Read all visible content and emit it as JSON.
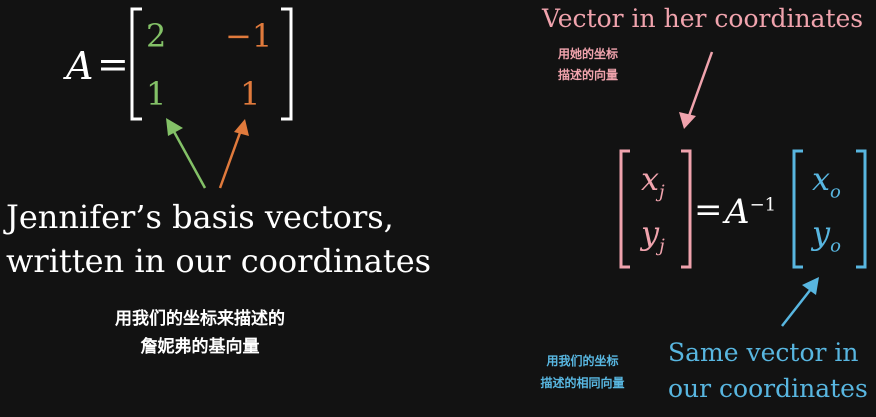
{
  "colors": {
    "background": "#121212",
    "text": "#ffffff",
    "green": "#83c167",
    "orange": "#e07a3c",
    "pink": "#f0a3ad",
    "blue": "#58b6e0"
  },
  "matrix_a": {
    "label": "A",
    "equals": "=",
    "m11": "2",
    "m12": "−1",
    "m21": "1",
    "m22": "1"
  },
  "basis_caption": {
    "line1": "Jennifer’s basis vectors,",
    "line2": "written in our coordinates"
  },
  "basis_subtitle": {
    "line1": "用我们的坐标来描述的",
    "line2": "詹妮弗的基向量"
  },
  "her_coords": {
    "label": "Vector in her coordinates",
    "subtitle_line1": "用她的坐标",
    "subtitle_line2": "描述的向量"
  },
  "equation": {
    "xj_base": "x",
    "xj_sub": "j",
    "yj_base": "y",
    "yj_sub": "j",
    "equals": "=",
    "a_label": "A",
    "a_exp": "−1",
    "xo_base": "x",
    "xo_sub": "o",
    "yo_base": "y",
    "yo_sub": "o"
  },
  "our_coords": {
    "line1": "Same vector in",
    "line2": "our coordinates",
    "subtitle_line1": "用我们的坐标",
    "subtitle_line2": "描述的相同向量"
  }
}
